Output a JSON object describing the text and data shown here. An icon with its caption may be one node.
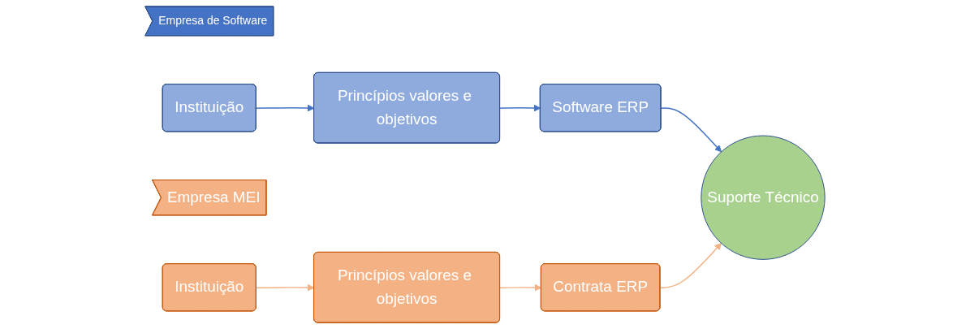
{
  "diagram": {
    "nodes": [
      {
        "text": [
          "Empresa de Software"
        ]
      },
      {
        "text": [
          "Instituição"
        ]
      },
      {
        "text": [
          "Princípios valores e objetivos"
        ]
      },
      {
        "text": [
          "Software ERP"
        ]
      },
      {
        "text": [
          "Suporte Técnico"
        ]
      },
      {
        "text": [
          "Empresa MEI"
        ]
      },
      {
        "text": [
          "Instituição"
        ]
      },
      {
        "text": [
          "Princípios valores e objetivos"
        ]
      },
      {
        "text": [
          "Contrata ERP"
        ]
      }
    ],
    "edges": [
      {
        "from": 1,
        "to": 2,
        "arrow": "to",
        "color": "#4472c4"
      },
      {
        "from": 2,
        "to": 3,
        "arrow": "to",
        "color": "#4472c4"
      },
      {
        "from": 3,
        "to": 4,
        "arrow": "to",
        "color": "#4472c4"
      },
      {
        "from": 6,
        "to": 7,
        "arrow": "to",
        "color": "#f4b183"
      },
      {
        "from": 7,
        "to": 8,
        "arrow": "to",
        "color": "#f4b183"
      },
      {
        "from": 8,
        "to": 4,
        "arrow": "to",
        "color": "#f4b183"
      }
    ]
  }
}
